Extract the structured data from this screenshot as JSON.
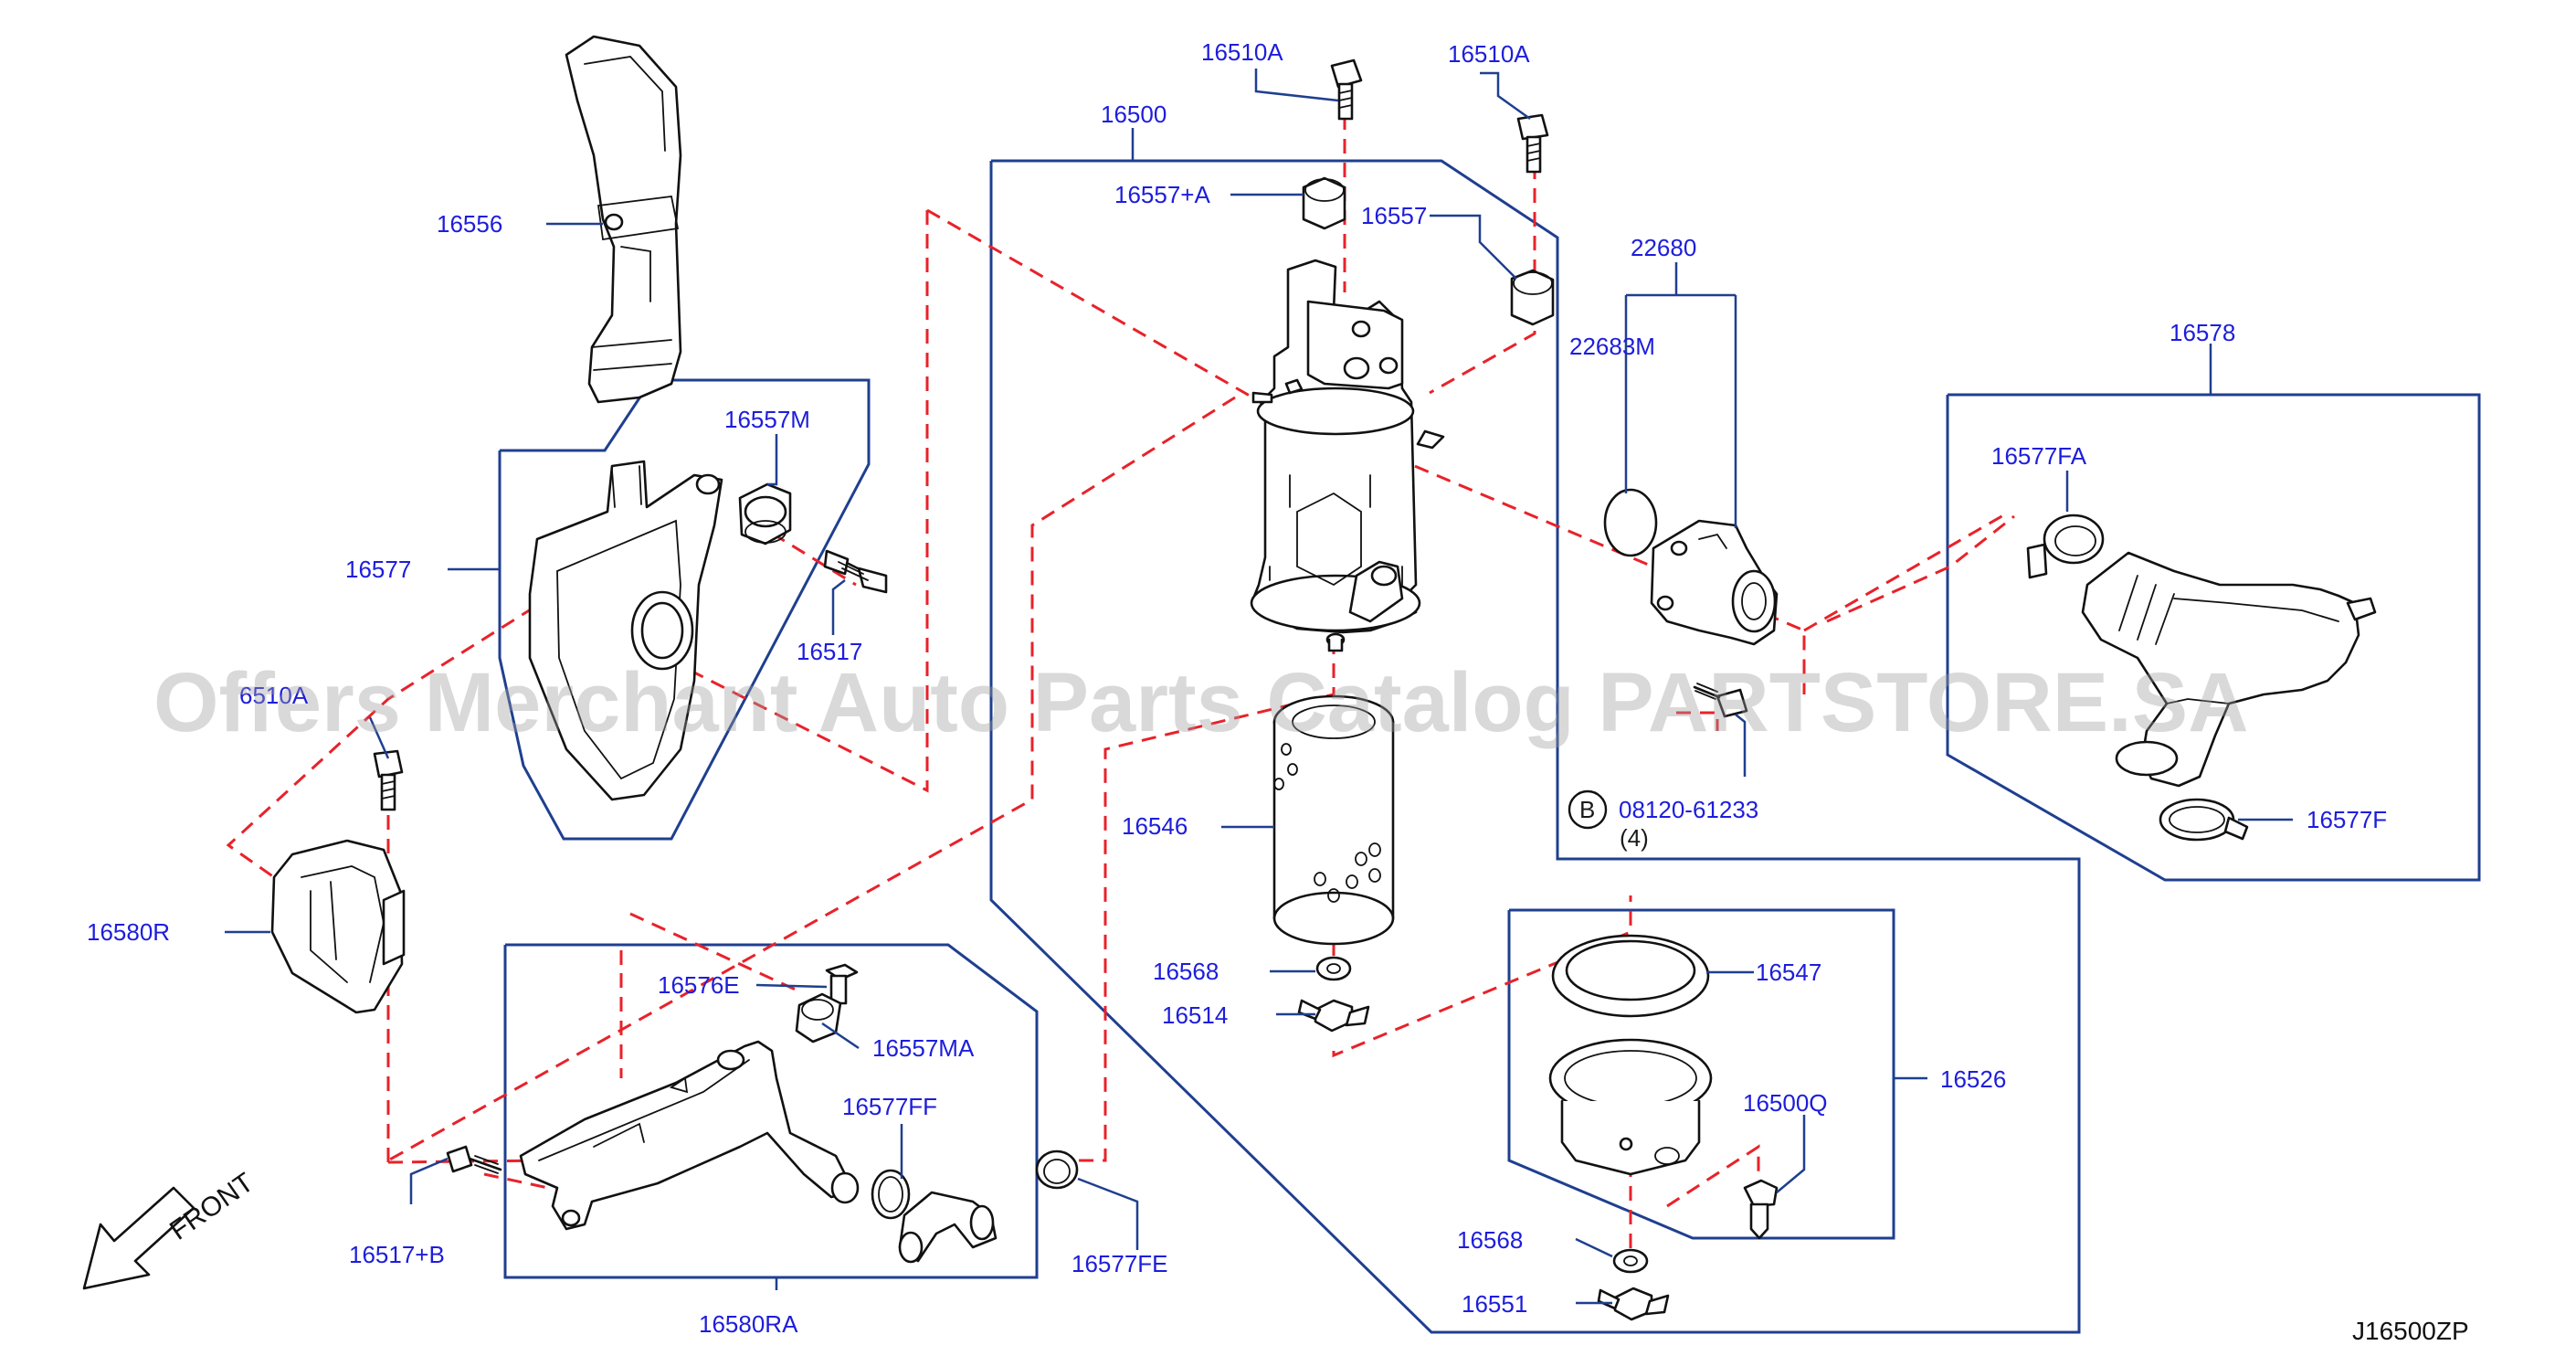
{
  "labels": {
    "p16556": "16556",
    "p16557M": "16557M",
    "p16577": "16577",
    "p16517": "16517",
    "p16510A_left": "6510A",
    "p16580R": "16580R",
    "p16576E": "16576E",
    "p16557MA": "16557MA",
    "p16577FF": "16577FF",
    "p16517B": "16517+B",
    "p16580RA": "16580RA",
    "p16577FE": "16577FE",
    "p16510A_1": "16510A",
    "p16510A_2": "16510A",
    "p16500": "16500",
    "p16557A": "16557+A",
    "p16557": "16557",
    "p22680": "22680",
    "p22683M": "22683M",
    "p16578": "16578",
    "p16577FA": "16577FA",
    "p16577F": "16577F",
    "p16546": "16546",
    "p16568_1": "16568",
    "p16514": "16514",
    "p16547": "16547",
    "p16526": "16526",
    "p16500Q": "16500Q",
    "p16568_2": "16568",
    "p16551": "16551",
    "bolt_ref": "08120-61233",
    "bolt_qty": "(4)",
    "bolt_marker": "B"
  },
  "front_label": "FRONT",
  "diagram_code": "J16500ZP",
  "watermark": "Offers Merchant Auto Parts Catalog PARTSTORE.SA",
  "colors": {
    "label_text": "#1d1ddc",
    "leader_lines": "#1f3f8f",
    "dashed_links": "#e8222a",
    "part_outline": "#111111",
    "watermark": "#9e9e9e"
  }
}
